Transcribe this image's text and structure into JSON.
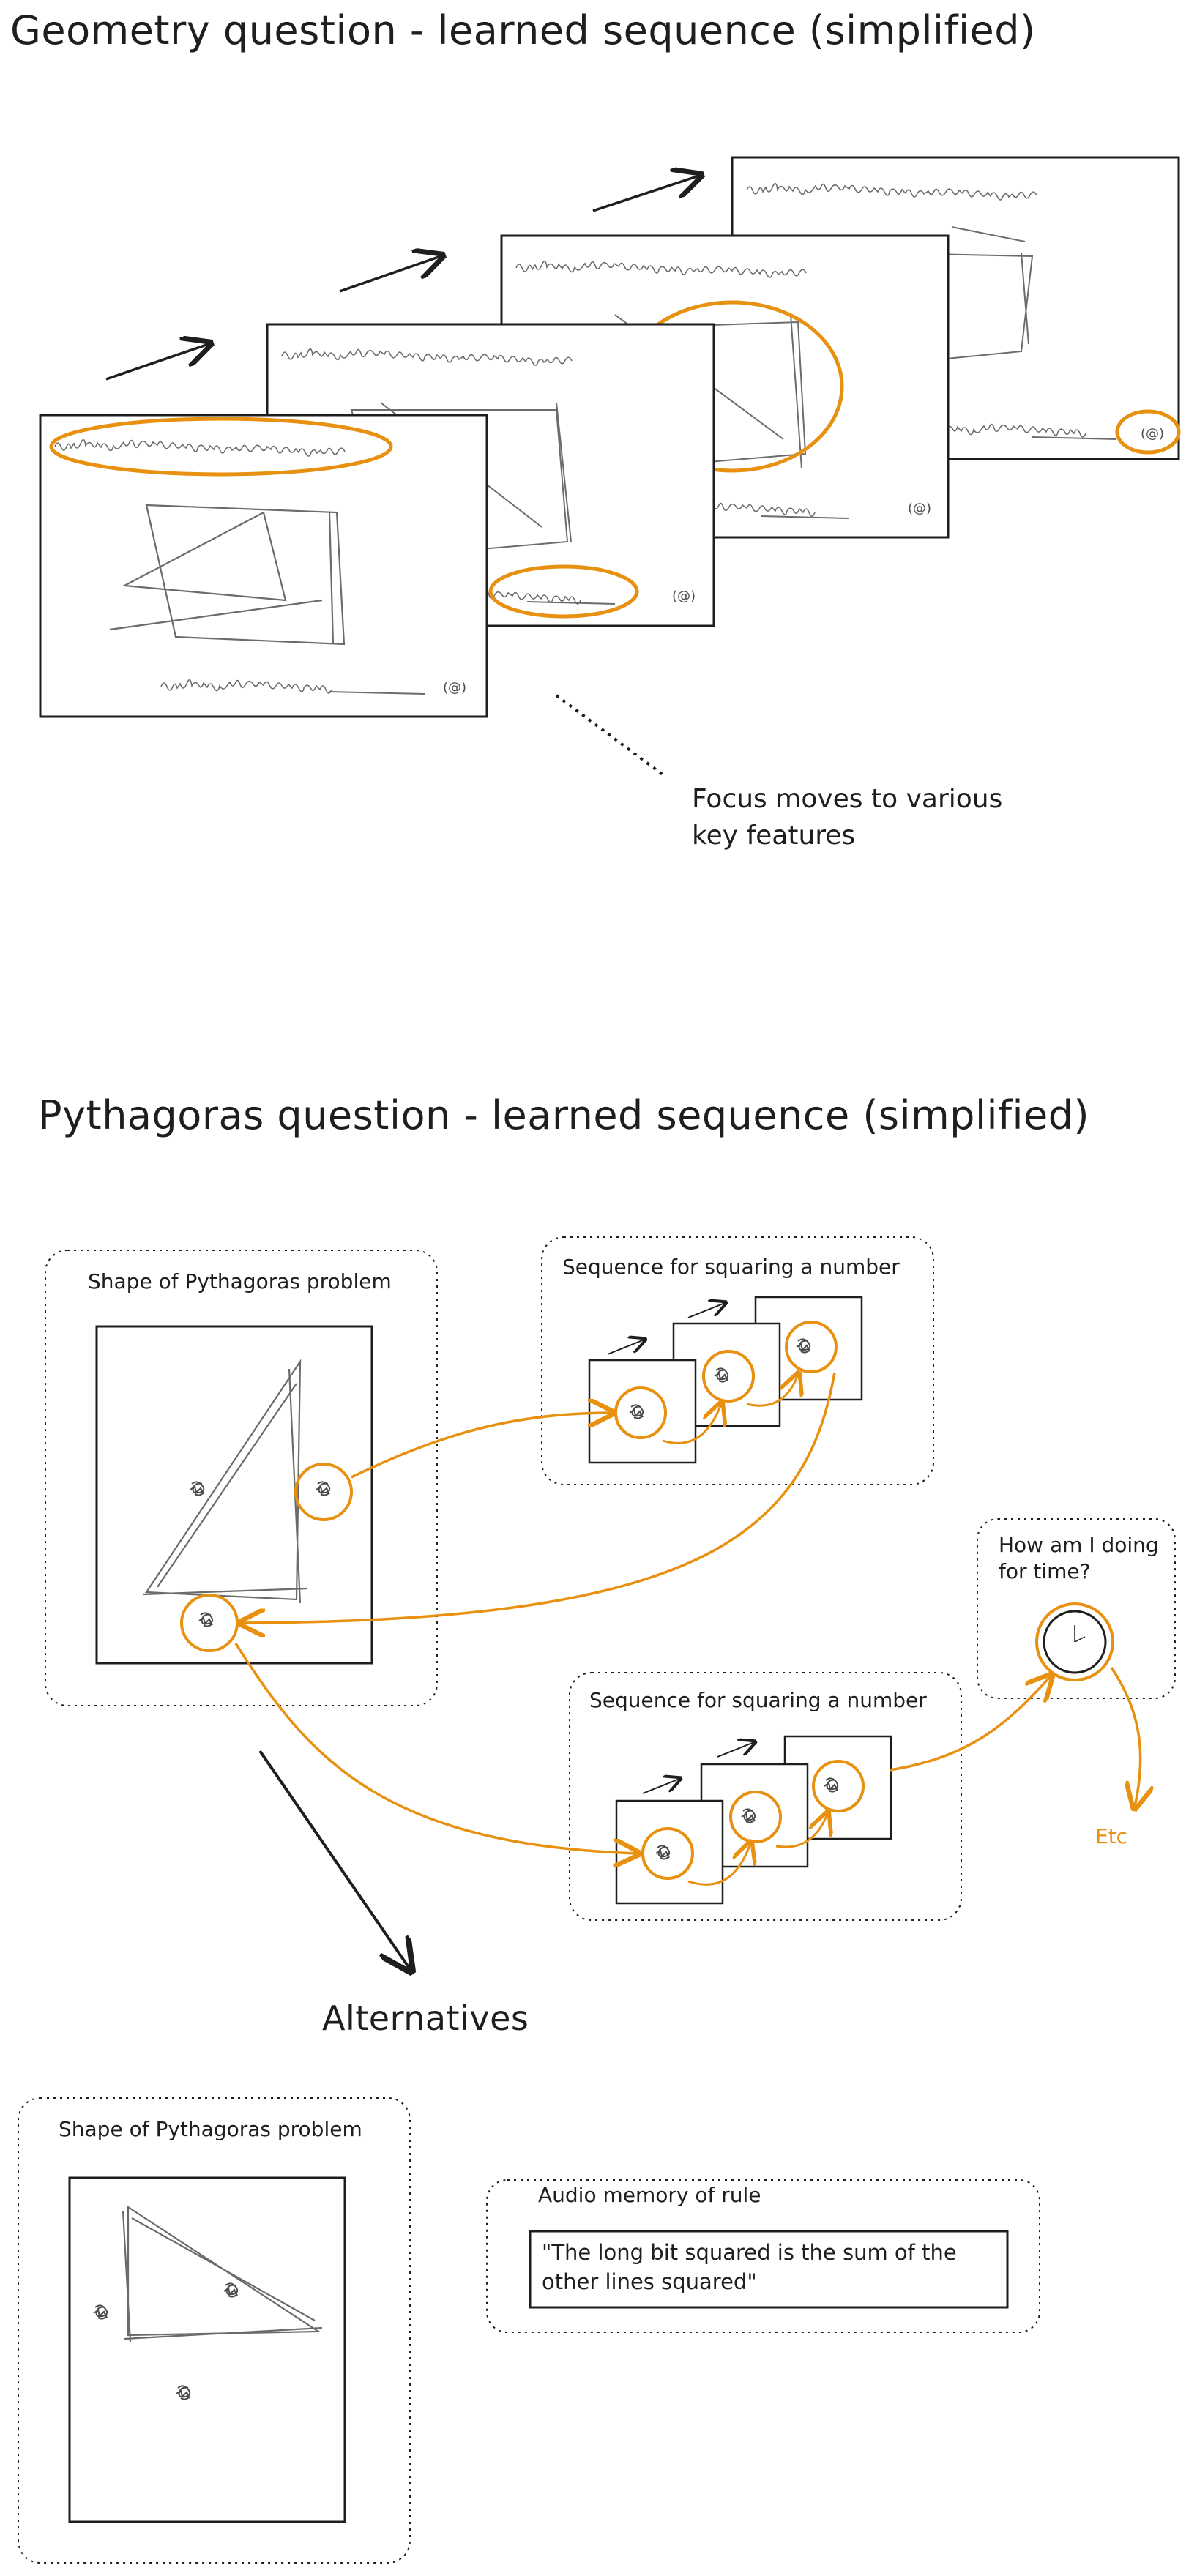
{
  "geometry_section": {
    "title": "Geometry question - learned sequence (simplified)",
    "focus_note_line1": "Focus moves to various",
    "focus_note_line2": "key features"
  },
  "pythagoras_section": {
    "title": "Pythagoras question - learned sequence (simplified)",
    "shape_label": "Shape of Pythagoras problem",
    "squaring_label_1": "Sequence for squaring a number",
    "squaring_label_2": "Sequence for squaring a number",
    "time_label_line1": "How am I doing",
    "time_label_line2": "for time?",
    "etc_label": "Etc"
  },
  "alternatives": {
    "heading": "Alternatives",
    "shape_label": "Shape of Pythagoras problem",
    "audio_label": "Audio memory of rule",
    "audio_quote_line1": "\"The long bit squared is the sum of the",
    "audio_quote_line2": "other lines squared\""
  },
  "colors": {
    "ink": "#1e1e1e",
    "accent_orange": "#e8900f",
    "sketch_grey": "#6b6b6b"
  }
}
